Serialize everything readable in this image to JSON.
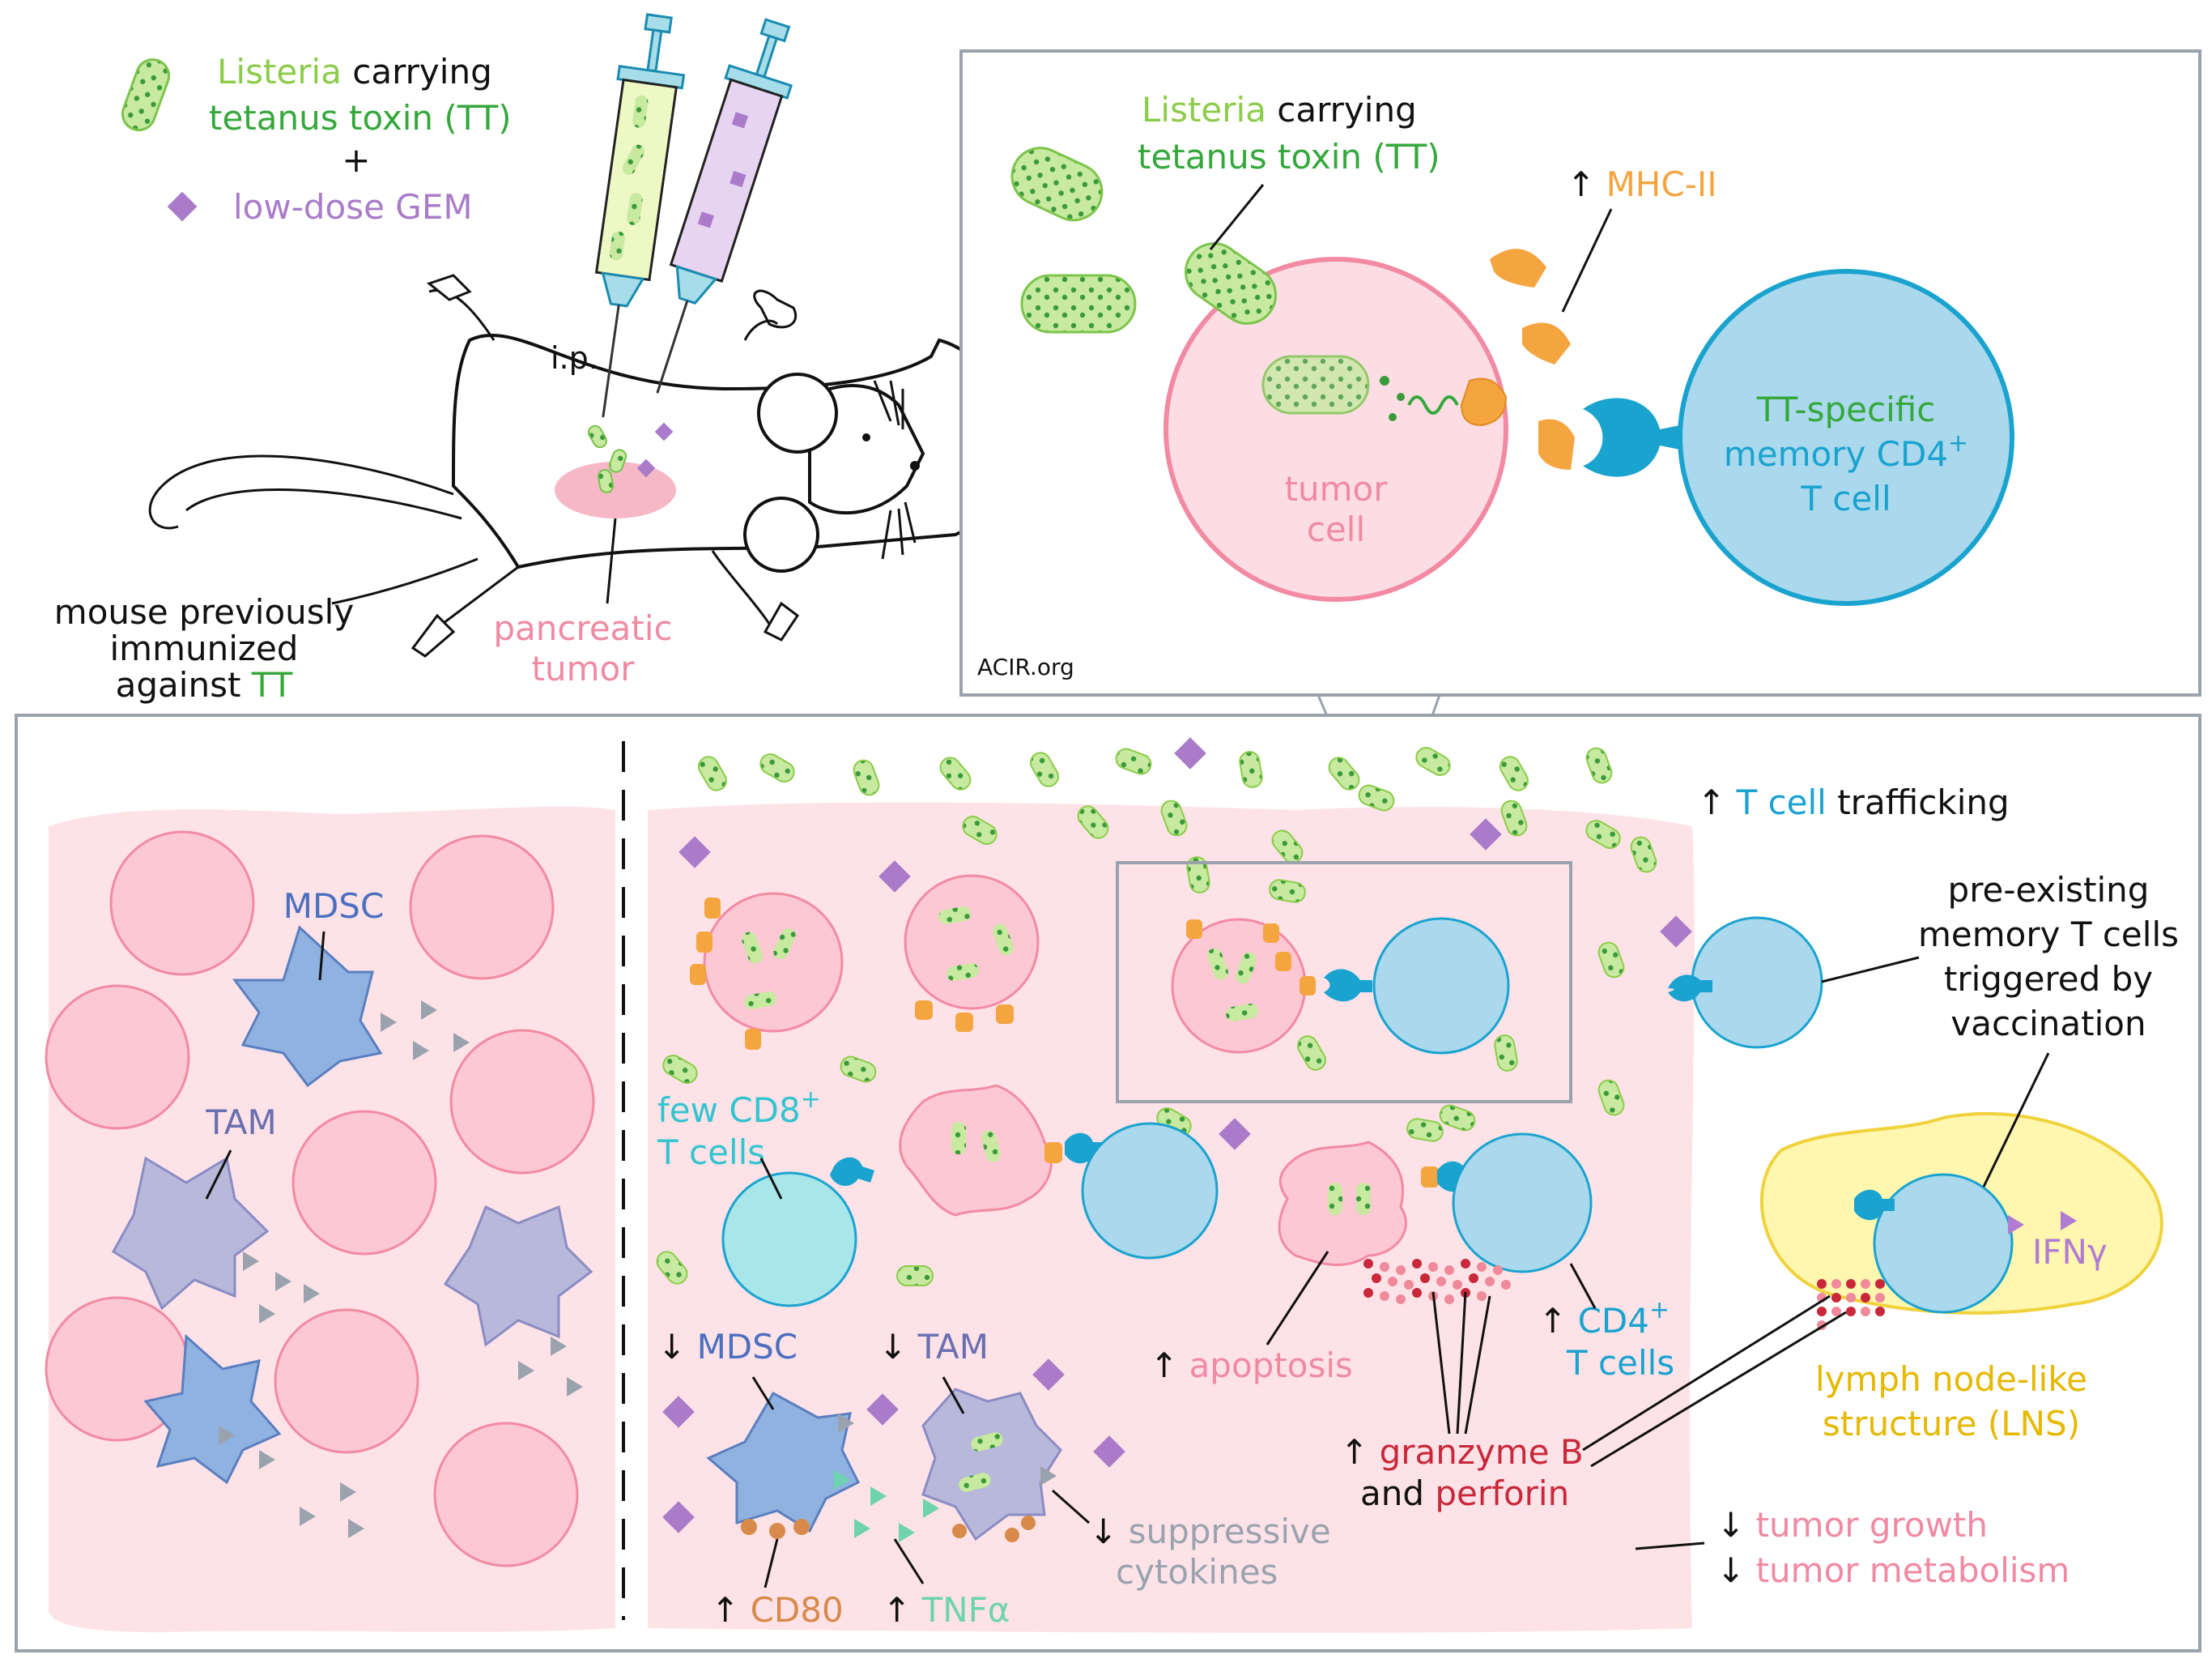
{
  "colors": {
    "listeria": "#a6d96a",
    "listeria_dark": "#3a9a3a",
    "tt_green": "#35a83c",
    "gem": "#a97bc9",
    "gem_light": "#d9c6ea",
    "tumor": "#f5a3b5",
    "tumor_fill": "#fcd9e0",
    "tissue": "#fde3e8",
    "tcell": "#aad8ec",
    "tcell_stroke": "#1aa3cf",
    "cd8_fill": "#a8e6ea",
    "mhc": "#f5a540",
    "mdsc": "#8fb2e0",
    "mdsc_text": "#4c6fbf",
    "tam": "#b7b8da",
    "tam_text": "#6a6fb0",
    "granzyme": "#c9283a",
    "perforin": "#c9283a",
    "cd80": "#d88a4a",
    "tnf": "#6fd3b0",
    "supp": "#9aa3ad",
    "lns": "#fff5a8",
    "lns_stroke": "#f0d23c",
    "lns_text": "#e6b800",
    "ifn": "#b07bd1",
    "panel_border": "#9aa3ab"
  },
  "top_left": {
    "listeria_word": "Listeria",
    "carrying_word": "carrying",
    "tt_line": "tetanus toxin (TT)",
    "plus": "+",
    "gem_label": "low-dose GEM",
    "route": "i.p.",
    "mouse_label": [
      "mouse previously",
      "immunized"
    ],
    "against_word": "against",
    "tt_short": "TT",
    "tumor_label": [
      "pancreatic",
      "tumor"
    ]
  },
  "inset": {
    "listeria_word": "Listeria",
    "carrying_word": "carrying",
    "tt_line": "tetanus toxin (TT)",
    "mhc_label": "MHC-II",
    "up_arrow": "↑",
    "tumor_label": [
      "tumor",
      "cell"
    ],
    "tcell_label": [
      "TT-specific",
      "memory CD4",
      "T cell"
    ],
    "tcell_sup": "+",
    "credit": "ACIR.org"
  },
  "left_panel": {
    "mdsc": "MDSC",
    "tam": "TAM"
  },
  "right_panel": {
    "trafficking_arrow": "↑",
    "trafficking_t": "T cell",
    "trafficking_rest": "trafficking",
    "memory_label": [
      "pre-existing",
      "memory T cells",
      "triggered by",
      "vaccination"
    ],
    "few_cd8": [
      "few CD8",
      "T cells"
    ],
    "few_cd8_sup": "+",
    "mdsc_down_arrow": "↓",
    "mdsc_down": "MDSC",
    "tam_down_arrow": "↓",
    "tam_down": "TAM",
    "apoptosis_arrow": "↑",
    "apoptosis": "apoptosis",
    "cd4_arrow": "↑",
    "cd4": "CD4",
    "cd4_sup": "+",
    "cd4_tcells": "T cells",
    "granzyme_arrow": "↑",
    "granzyme": "granzyme B",
    "and_word": "and",
    "perforin": "perforin",
    "cd80_arrow": "↑",
    "cd80": "CD80",
    "tnf_arrow": "↑",
    "tnf": "TNFα",
    "supp_arrow": "↓",
    "supp": [
      "suppressive",
      "cytokines"
    ],
    "ifn": "IFNγ",
    "lns": [
      "lymph node-like",
      "structure (LNS)"
    ],
    "growth_arrow": "↓",
    "growth": "tumor growth",
    "metab_arrow": "↓",
    "metab": "tumor metabolism"
  }
}
